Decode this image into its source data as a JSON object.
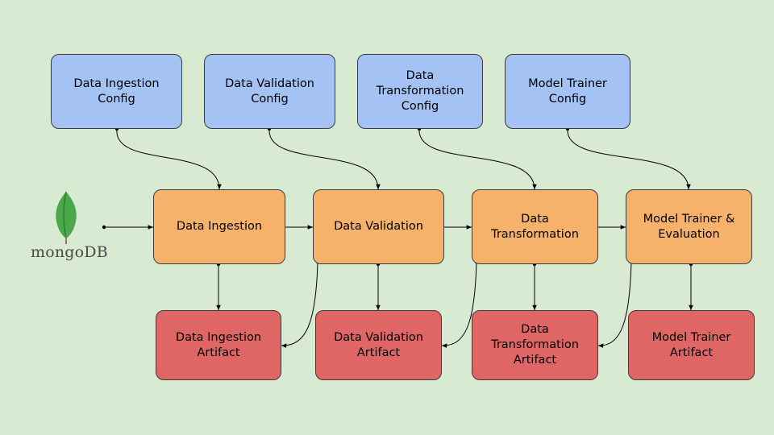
{
  "colors": {
    "background": "#d9ead3",
    "config": "#a4c2f4",
    "stage": "#f6b26b",
    "artifact": "#e06666",
    "logo_leaf": "#4aa84a"
  },
  "logo": {
    "text": "mongoDB",
    "icon": "mongodb-leaf-icon"
  },
  "configs": [
    {
      "label": "Data Ingestion\nConfig"
    },
    {
      "label": "Data Validation\nConfig"
    },
    {
      "label": "Data\nTransformation\nConfig"
    },
    {
      "label": "Model Trainer\nConfig"
    }
  ],
  "stages": [
    {
      "label": "Data Ingestion"
    },
    {
      "label": "Data Validation"
    },
    {
      "label": "Data\nTransformation"
    },
    {
      "label": "Model Trainer &\nEvaluation"
    }
  ],
  "artifacts": [
    {
      "label": "Data Ingestion\nArtifact"
    },
    {
      "label": "Data Validation\nArtifact"
    },
    {
      "label": "Data\nTransformation\nArtifact"
    },
    {
      "label": "Model Trainer\nArtifact"
    }
  ]
}
